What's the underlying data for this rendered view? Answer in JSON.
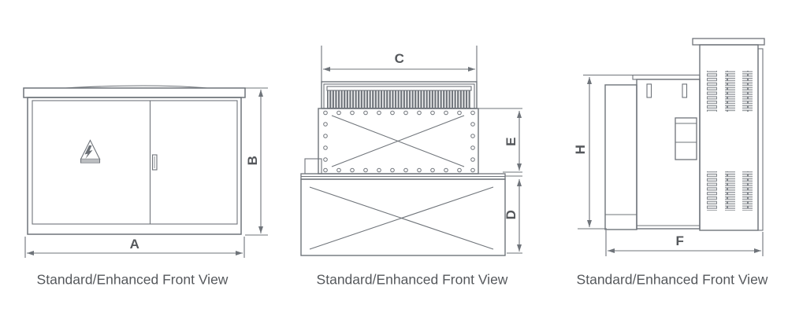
{
  "colors": {
    "background": "#ffffff",
    "line": "#6f747a",
    "line_light": "#7a7f85",
    "text": "#54575b"
  },
  "views": [
    {
      "name": "cabinet-front-view",
      "caption": "Standard/Enhanced Front View",
      "dimension_labels": [
        "A",
        "B"
      ]
    },
    {
      "name": "transformer-front-view",
      "caption": "Standard/Enhanced Front View",
      "dimension_labels": [
        "C",
        "E",
        "D"
      ]
    },
    {
      "name": "cabinet-side-view",
      "caption": "Standard/Enhanced Front View",
      "dimension_labels": [
        "H",
        "F"
      ]
    }
  ],
  "dims": {
    "A": "A",
    "B": "B",
    "C": "C",
    "D": "D",
    "E": "E",
    "F": "F",
    "H": "H"
  },
  "icons": {
    "warning": "high-voltage-warning-triangle-icon"
  }
}
